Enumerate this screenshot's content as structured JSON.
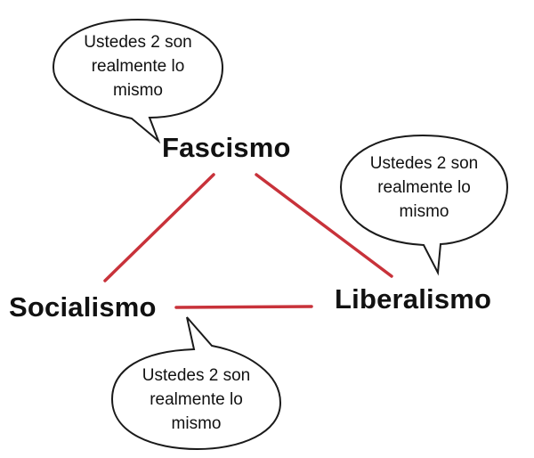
{
  "nodes": {
    "fascismo": "Fascismo",
    "socialismo": "Socialismo",
    "liberalismo": "Liberalismo"
  },
  "bubbles": {
    "top": {
      "line1": "Ustedes 2 son",
      "line2": "realmente lo",
      "line3": "mismo"
    },
    "right": {
      "line1": "Ustedes 2 son",
      "line2": "realmente lo",
      "line3": "mismo"
    },
    "bottom": {
      "line1": "Ustedes 2 son",
      "line2": "realmente lo",
      "line3": "mismo"
    }
  },
  "colors": {
    "connector": "#c8323a",
    "bubble_stroke": "#1a1a1a",
    "text": "#111111",
    "background": "#ffffff"
  }
}
